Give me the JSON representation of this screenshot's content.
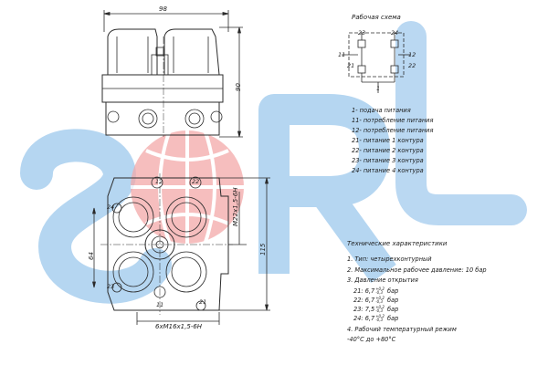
{
  "colors": {
    "watermark_blue": "#9cc8ec",
    "watermark_red": "#f3a9a9",
    "line": "#2b2b2b"
  },
  "dimensions": {
    "width_top": "98",
    "height_top": "90",
    "thread_main": "M22x1,5-6H",
    "height_front": "115",
    "height_left": "64",
    "bolts": "6xM16x1,5-6H"
  },
  "ports": {
    "p12": "12",
    "p22": "22",
    "p24": "24",
    "p23": "23",
    "p21": "21",
    "p11": "11"
  },
  "scheme": {
    "title": "Рабочая схема",
    "p23": "23",
    "p24": "24",
    "p11": "11",
    "p12": "12",
    "p21": "21",
    "p22": "22",
    "p1": "1"
  },
  "legend": [
    "1- подача питания",
    "11- потребление питания",
    "12- потребление питания",
    "21- питание 1 контура",
    "22- питание 2 контура",
    "23- питание 3 контура",
    "24- питание 4 контура"
  ],
  "specs": {
    "title": "Технические характеристики",
    "item1": "1. Тип: четырехконтурный",
    "item2": "2. Максимальное рабочее давление: 10 бар",
    "item3": "3. Давление открытия",
    "p21": "21: 6,7",
    "p22": "22: 6,7",
    "p23": "23: 7,5",
    "p24": "24: 6,7",
    "tol_plus": "+0,2",
    "tol_minus": "-0,3",
    "unit": "бар",
    "item4": "4. Рабочий температурный режим",
    "temp": "-40°С до +80°С"
  }
}
